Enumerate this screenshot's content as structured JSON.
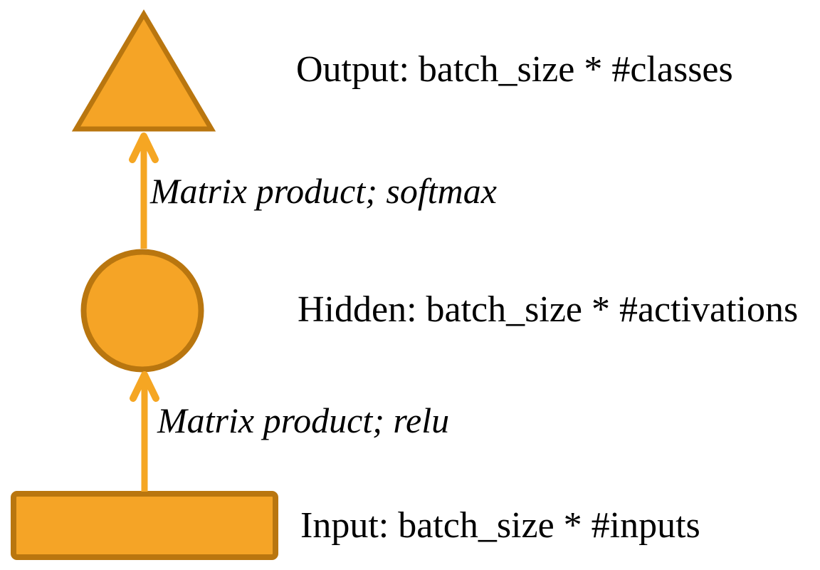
{
  "diagram": {
    "title": "feed-forward network shape diagram",
    "nodes": [
      {
        "id": "output",
        "shape": "triangle",
        "label": "Output: batch_size * #classes"
      },
      {
        "id": "hidden",
        "shape": "circle",
        "label": "Hidden: batch_size * #activations"
      },
      {
        "id": "input",
        "shape": "rectangle",
        "label": "Input: batch_size * #inputs"
      }
    ],
    "edges": [
      {
        "from": "hidden",
        "to": "output",
        "label": "Matrix product; softmax"
      },
      {
        "from": "input",
        "to": "hidden",
        "label": "Matrix product; relu"
      }
    ],
    "colors": {
      "shape_fill": "#F5A426",
      "shape_border": "#B9760F",
      "arrow": "#F5A623",
      "text": "#000000",
      "background": "#FFFFFF"
    }
  }
}
